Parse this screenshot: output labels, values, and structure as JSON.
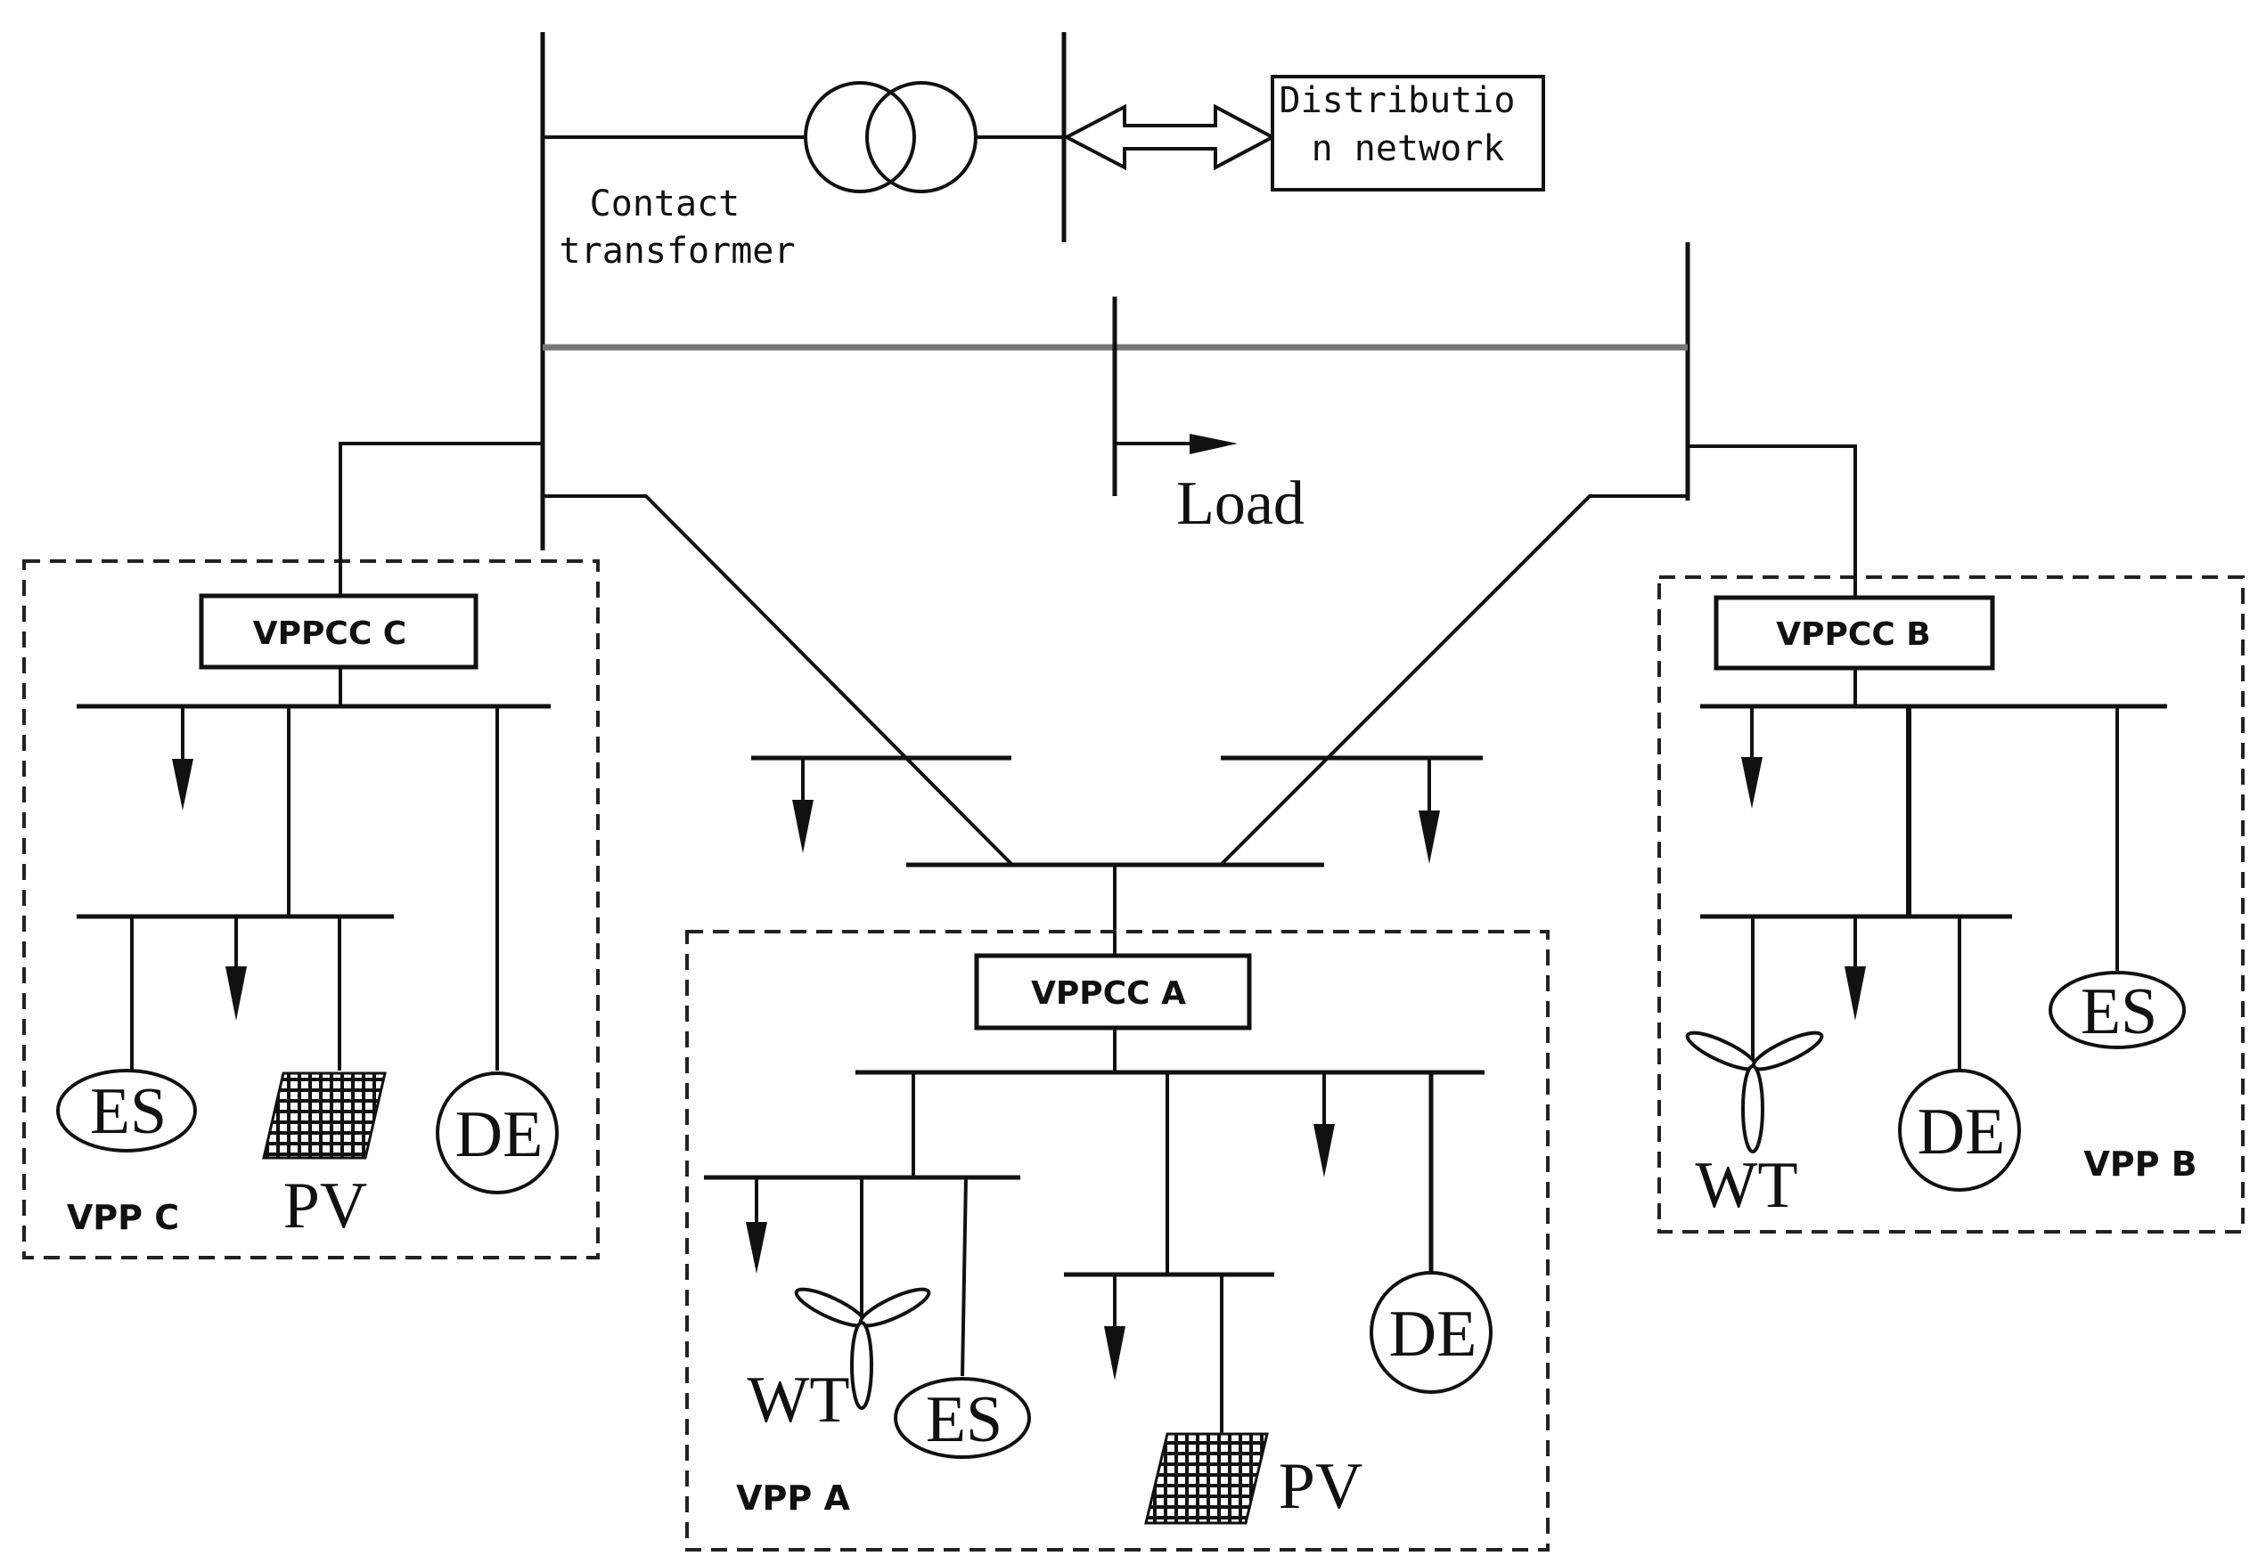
{
  "labels": {
    "distribution_network_line1": "Distributio",
    "distribution_network_line2": "n network",
    "contact_transformer_line1": "Contact",
    "contact_transformer_line2": "transformer",
    "load": "Load",
    "vppcc_a": "VPPCC A",
    "vppcc_b": "VPPCC B",
    "vppcc_c": "VPPCC C",
    "vpp_a": "VPP A",
    "vpp_b": "VPP B",
    "vpp_c": "VPP C"
  },
  "devices": {
    "es": "ES",
    "de": "DE",
    "pv": "PV",
    "wt": "WT"
  }
}
